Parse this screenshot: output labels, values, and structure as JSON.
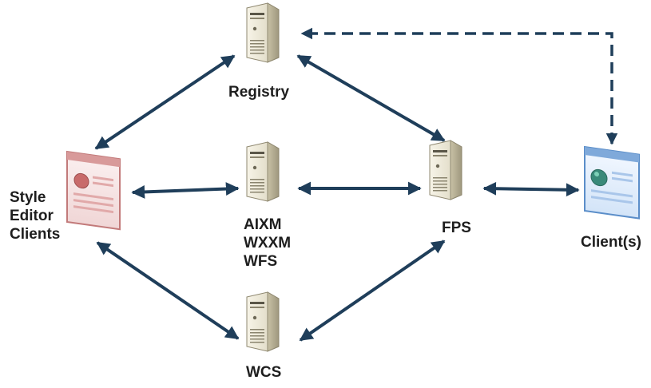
{
  "nodes": {
    "registry": {
      "label": "Registry",
      "icon": "server-icon"
    },
    "aixm": {
      "label": "AIXM\nWXXM\nWFS",
      "icon": "server-icon"
    },
    "wcs": {
      "label": "WCS",
      "icon": "server-icon"
    },
    "fps": {
      "label": "FPS",
      "icon": "server-icon"
    },
    "style_editor": {
      "label": "Style\nEditor\nClients",
      "icon": "browser-window-icon"
    },
    "client": {
      "label": "Client(s)",
      "icon": "browser-window-icon"
    }
  },
  "connections": [
    {
      "from": "style_editor",
      "to": "registry",
      "style": "solid",
      "direction": "both"
    },
    {
      "from": "registry",
      "to": "fps",
      "style": "solid",
      "direction": "both"
    },
    {
      "from": "style_editor",
      "to": "aixm",
      "style": "solid",
      "direction": "both"
    },
    {
      "from": "aixm",
      "to": "fps",
      "style": "solid",
      "direction": "both"
    },
    {
      "from": "fps",
      "to": "client",
      "style": "solid",
      "direction": "both"
    },
    {
      "from": "style_editor",
      "to": "wcs",
      "style": "solid",
      "direction": "both"
    },
    {
      "from": "wcs",
      "to": "fps",
      "style": "solid",
      "direction": "both"
    },
    {
      "from": "client",
      "to": "registry",
      "style": "dashed",
      "direction": "both"
    }
  ],
  "colors": {
    "arrow": "#1f3e5a",
    "server_body": "#e9e4cf",
    "server_dark": "#b9b39c",
    "editor_frame": "#c27a7a",
    "editor_fill": "#f6e2e2",
    "client_frame": "#5b8ec9",
    "client_fill": "#e3eefb",
    "label": "#1e1e1e"
  }
}
